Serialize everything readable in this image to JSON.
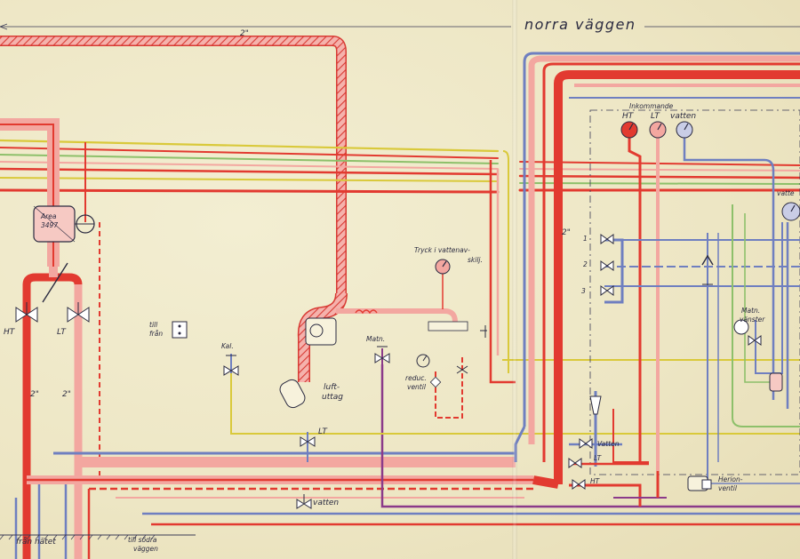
{
  "header": {
    "wall_label": "norra väggen",
    "pipe_size_top": "2\""
  },
  "labels": {
    "area_line1": "Area",
    "area_line2": "3497",
    "ht_left": "HT",
    "lt_left": "LT",
    "size_left_a": "2\"",
    "size_left_b": "2\"",
    "till_line1": "till",
    "till_line2": "från",
    "kal": "Kal.",
    "matn": "Matn.",
    "luft_line1": "luft-",
    "luft_line2": "uttag",
    "tryck_line1": "Tryck i vattenav-",
    "tryck_line2": "skilj.",
    "reduc_line1": "reduc.",
    "reduc_line2": "ventil",
    "lt_mid": "LT",
    "vatten_bottom": "vatten",
    "fran_natet": "från nätet",
    "till_sodra_line1": "till södra",
    "till_sodra_line2": "väggen",
    "inkommande": "Inkommande",
    "ht_gauge": "HT",
    "lt_gauge": "LT",
    "vatten_gauge": "vatten",
    "size_right": "2\"",
    "row1": "1",
    "row2": "2",
    "row3": "3",
    "matn_vanster_line1": "Matn.",
    "matn_vanster_line2": "vänster",
    "vatten_right": "Vatten",
    "lt_right": "LT",
    "ht_right": "HT",
    "herion_line1": "Herion-",
    "herion_line2": "ventil",
    "vatten_edge": "vatte"
  },
  "colors": {
    "red": "#e23a30",
    "pink": "#f3a7a0",
    "blue": "#6f7fc0",
    "yellow": "#d9c93a",
    "green": "#8dc06a",
    "purple": "#8b3a8a",
    "ink": "#2a2a40"
  }
}
